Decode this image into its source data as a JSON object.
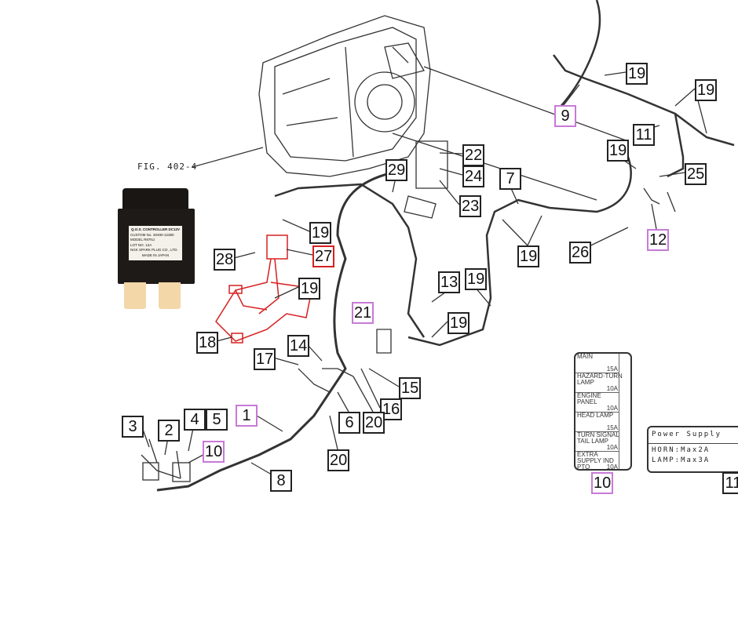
{
  "figure_reference": "FIG. 402-4",
  "relay_label": {
    "title": "Q.O.S. CONTROLLER DC12V",
    "custom_no_label": "CUSTOM No.",
    "custom_no": "30490-12380",
    "model_label": "MODEL",
    "model": "R87NJ",
    "lot_label": "LOT NO.",
    "lot": "12A",
    "maker": "NGK SPARK PLUG CO., LTD.",
    "origin": "MADE IN JAPAN"
  },
  "fuse_box": {
    "rows": [
      {
        "name": "MAIN",
        "rating": "15A"
      },
      {
        "name": "HAZARD·TURN LAMP",
        "rating": "10A"
      },
      {
        "name": "ENGINE PANEL",
        "rating": "10A"
      },
      {
        "name": "HEAD LAMP",
        "rating": "15A"
      },
      {
        "name": "TURN SIGNAL TAIL LAMP",
        "rating": "10A"
      },
      {
        "name": "EXTRA SUPPLY IND PTO",
        "rating": "10A"
      }
    ]
  },
  "power_supply": {
    "title": "Power Supply",
    "horn": "HORN:Max2A",
    "lamp": "LAMP:Max3A"
  },
  "callouts": [
    "19",
    "19",
    "9",
    "11",
    "19",
    "22",
    "24",
    "29",
    "25",
    "7",
    "23",
    "19",
    "28",
    "27",
    "19",
    "26",
    "12",
    "13",
    "19",
    "19",
    "21",
    "19",
    "18",
    "14",
    "17",
    "15",
    "16",
    "1",
    "3",
    "2",
    "4",
    "5",
    "6",
    "20",
    "10",
    "20",
    "8",
    "10",
    "11"
  ],
  "colors": {
    "highlight": "#d62020",
    "pink_box": "#c77ad6"
  }
}
